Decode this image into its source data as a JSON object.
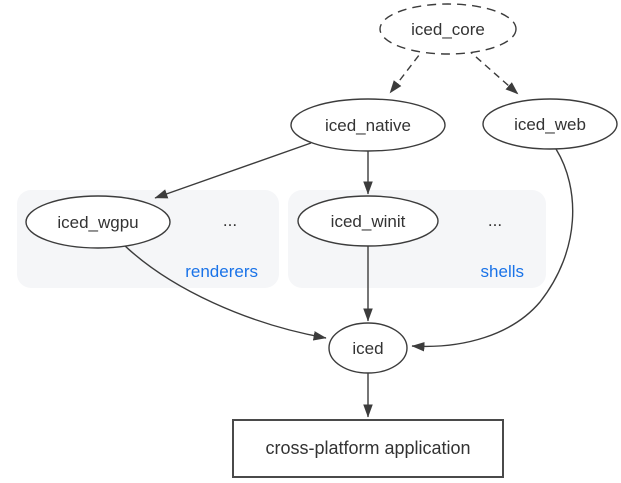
{
  "diagram": {
    "description": "iced ecosystem dependency graph",
    "nodes": {
      "iced_core": {
        "label": "iced_core",
        "shape": "ellipse",
        "border": "dashed"
      },
      "iced_native": {
        "label": "iced_native",
        "shape": "ellipse",
        "border": "solid"
      },
      "iced_web": {
        "label": "iced_web",
        "shape": "ellipse",
        "border": "solid"
      },
      "iced_wgpu": {
        "label": "iced_wgpu",
        "shape": "ellipse",
        "border": "solid"
      },
      "iced_winit": {
        "label": "iced_winit",
        "shape": "ellipse",
        "border": "solid"
      },
      "iced": {
        "label": "iced",
        "shape": "ellipse",
        "border": "solid"
      },
      "app": {
        "label": "cross-platform application",
        "shape": "rect",
        "border": "solid"
      }
    },
    "groups": {
      "renderers": {
        "label": "renderers",
        "ellipsis": "...",
        "contains": [
          "iced_wgpu"
        ]
      },
      "shells": {
        "label": "shells",
        "ellipsis": "...",
        "contains": [
          "iced_winit"
        ]
      }
    },
    "edges": [
      {
        "from": "iced_core",
        "to": "iced_native",
        "style": "dashed"
      },
      {
        "from": "iced_core",
        "to": "iced_web",
        "style": "dashed"
      },
      {
        "from": "iced_native",
        "to": "iced_wgpu",
        "style": "solid"
      },
      {
        "from": "iced_native",
        "to": "iced_winit",
        "style": "solid"
      },
      {
        "from": "iced_wgpu",
        "to": "iced",
        "style": "solid"
      },
      {
        "from": "iced_winit",
        "to": "iced",
        "style": "solid"
      },
      {
        "from": "iced_web",
        "to": "iced",
        "style": "solid"
      },
      {
        "from": "iced",
        "to": "app",
        "style": "solid"
      }
    ],
    "colors": {
      "stroke": "#3c3c3c",
      "text": "#333333",
      "group_fill": "#f5f6f8",
      "group_label_blue": "#1a73e8",
      "node_fill": "#ffffff",
      "background": "#ffffff"
    }
  }
}
